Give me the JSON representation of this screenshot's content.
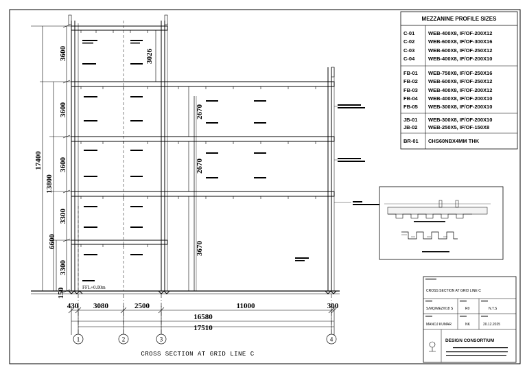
{
  "drawing": {
    "title": "CROSS SECTION AT GRID LINE C",
    "ffl_label": "FFL+0.00m",
    "dims_vertical": [
      "3600",
      "3026",
      "3600",
      "2670",
      "3600",
      "2670",
      "3300",
      "3670",
      "3300",
      "17400",
      "13800",
      "6600",
      "150"
    ],
    "dims_horizontal": [
      "430",
      "3080",
      "2500",
      "11000",
      "300",
      "16580",
      "17510"
    ],
    "grid_labels": [
      "1",
      "2",
      "3",
      "4"
    ]
  },
  "profile_table": {
    "title": "MEZZANINE PROFILE SIZES",
    "groups": [
      [
        {
          "code": "C-01",
          "spec": "WEB-400X8, IF/OF-200X12"
        },
        {
          "code": "C-02",
          "spec": "WEB-600X8, IF/OF-300X16"
        },
        {
          "code": "C-03",
          "spec": "WEB-600X8, IF/OF-250X12"
        },
        {
          "code": "C-04",
          "spec": "WEB-400X8, IF/OF-200X10"
        }
      ],
      [
        {
          "code": "FB-01",
          "spec": "WEB-750X8, IF/OF-250X16"
        },
        {
          "code": "FB-02",
          "spec": "WEB-600X8, IF/OF-250X12"
        },
        {
          "code": "FB-03",
          "spec": "WEB-400X8, IF/OF-200X12"
        },
        {
          "code": "FB-04",
          "spec": "WEB-400X8, IF/OF-200X10"
        },
        {
          "code": "FB-05",
          "spec": "WEB-300X8, IF/OF-200X10"
        }
      ],
      [
        {
          "code": "JB-01",
          "spec": "WEB-300X8, IF/OF-200X10"
        },
        {
          "code": "JB-02",
          "spec": "WEB-250X5, IF/OF-150X8"
        }
      ],
      [
        {
          "code": "BR-01",
          "spec": "CHS60NBX4MM THK"
        }
      ]
    ]
  },
  "title_block": {
    "drawing_title": "CROSS SECTION AT GRID LINE C",
    "cells": [
      "S/MQ/MEZ/018 S",
      "R0",
      "N.T.S",
      "MANOJ KUMAR",
      "NK",
      "20.12.2025"
    ],
    "company": "DESIGN CONSORTIUM"
  }
}
